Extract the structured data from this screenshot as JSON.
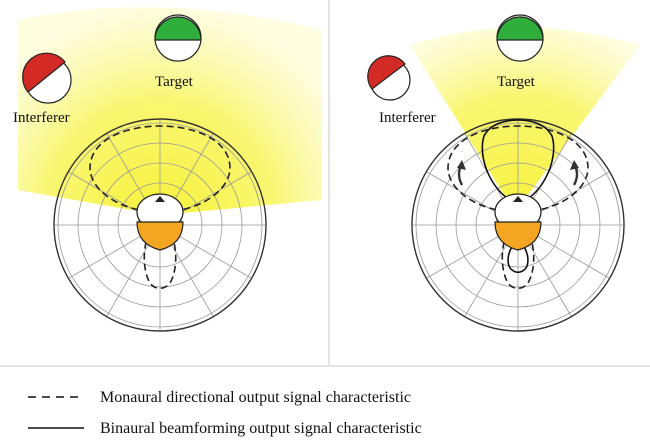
{
  "left_panel": {
    "target_label": "Target",
    "interferer_label": "Interferer"
  },
  "right_panel": {
    "target_label": "Target",
    "interferer_label": "Interferer"
  },
  "legend": {
    "monaural_label": "Monaural directional output signal characteristic",
    "binaural_label": "Binaural beamforming output signal characteristic"
  },
  "colors": {
    "beam_yellow": "#f6f23a",
    "target_head": "#2fae3c",
    "interferer_head": "#d42a25",
    "listener_head": "#f4a622",
    "polar_grid": "#9a9a9a",
    "divider": "#c8c8c8"
  }
}
